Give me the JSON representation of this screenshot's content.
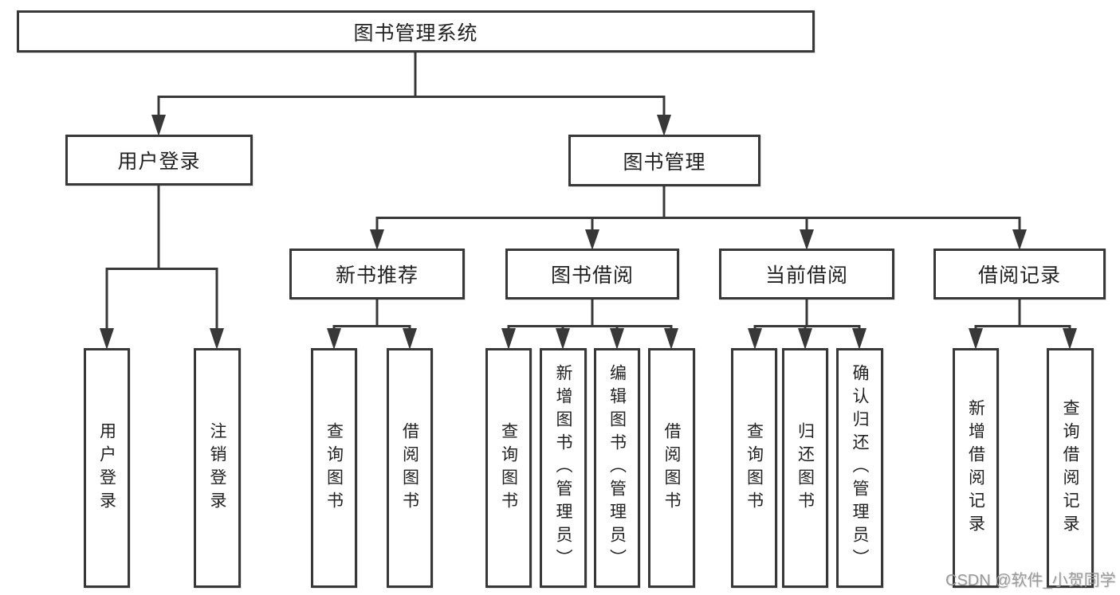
{
  "colors": {
    "line": "#383838",
    "box_border": "#383838",
    "text": "#222222",
    "background": "#ffffff",
    "watermark": "#9a9a9a"
  },
  "watermark": {
    "text": "CSDN @软件_小贺同学"
  },
  "tree": {
    "root": {
      "label": "图书管理系统"
    },
    "branches": [
      {
        "label": "用户登录",
        "children": [
          {
            "label": "用户登录"
          },
          {
            "label": "注销登录"
          }
        ]
      },
      {
        "label": "图书管理",
        "children": [
          {
            "label": "新书推荐",
            "children": [
              {
                "label": "查询图书"
              },
              {
                "label": "借阅图书"
              }
            ]
          },
          {
            "label": "图书借阅",
            "children": [
              {
                "label": "查询图书"
              },
              {
                "label": "新增图书（管理员）"
              },
              {
                "label": "编辑图书（管理员）"
              },
              {
                "label": "借阅图书"
              }
            ]
          },
          {
            "label": "当前借阅",
            "children": [
              {
                "label": "查询图书"
              },
              {
                "label": "归还图书"
              },
              {
                "label": "确认归还（管理员）"
              }
            ]
          },
          {
            "label": "借阅记录",
            "children": [
              {
                "label": "新增借阅记录"
              },
              {
                "label": "查询借阅记录"
              }
            ]
          }
        ]
      }
    ]
  }
}
